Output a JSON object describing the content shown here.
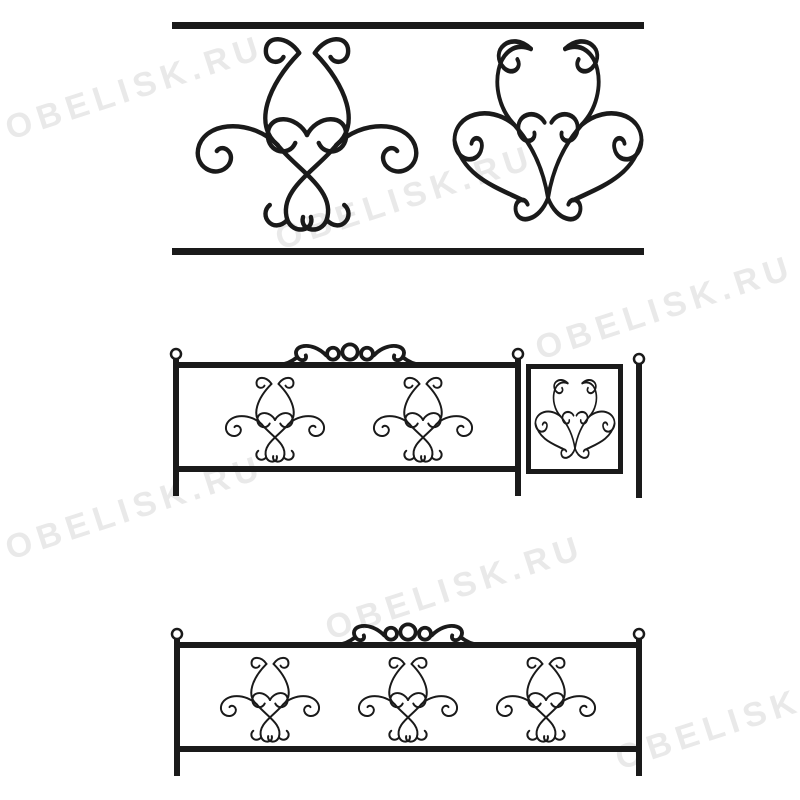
{
  "watermark": {
    "text": "OBELISK.RU",
    "color": "#e9e9e9"
  },
  "colors": {
    "iron": "#1a1a1a",
    "background": "#ffffff"
  },
  "panels": [
    {
      "id": "detail-section",
      "ornaments": [
        "fleur-scroll",
        "heart-scroll"
      ]
    },
    {
      "id": "fence-with-gate",
      "ornaments": [
        "fleur-scroll",
        "fleur-scroll",
        "heart-scroll"
      ],
      "top_crest": true,
      "gate": true
    },
    {
      "id": "fence-three-section",
      "ornaments": [
        "fleur-scroll",
        "fleur-scroll",
        "fleur-scroll"
      ],
      "top_crest": true,
      "gate": false
    }
  ]
}
